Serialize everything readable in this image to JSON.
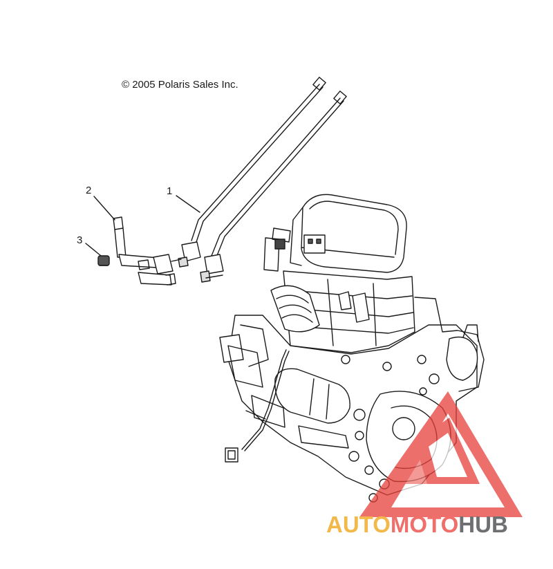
{
  "copyright": "© 2005 Polaris Sales Inc.",
  "callouts": {
    "c1": "1",
    "c2": "2",
    "c3": "3"
  },
  "watermark": {
    "auto": "AUTO",
    "moto": "MOTO",
    "hub": "HUB"
  },
  "colors": {
    "line": "#1a1a1a",
    "logo_red": "#e8403a",
    "logo_yellow": "#f2b84a",
    "logo_gray": "#6d6f72"
  }
}
